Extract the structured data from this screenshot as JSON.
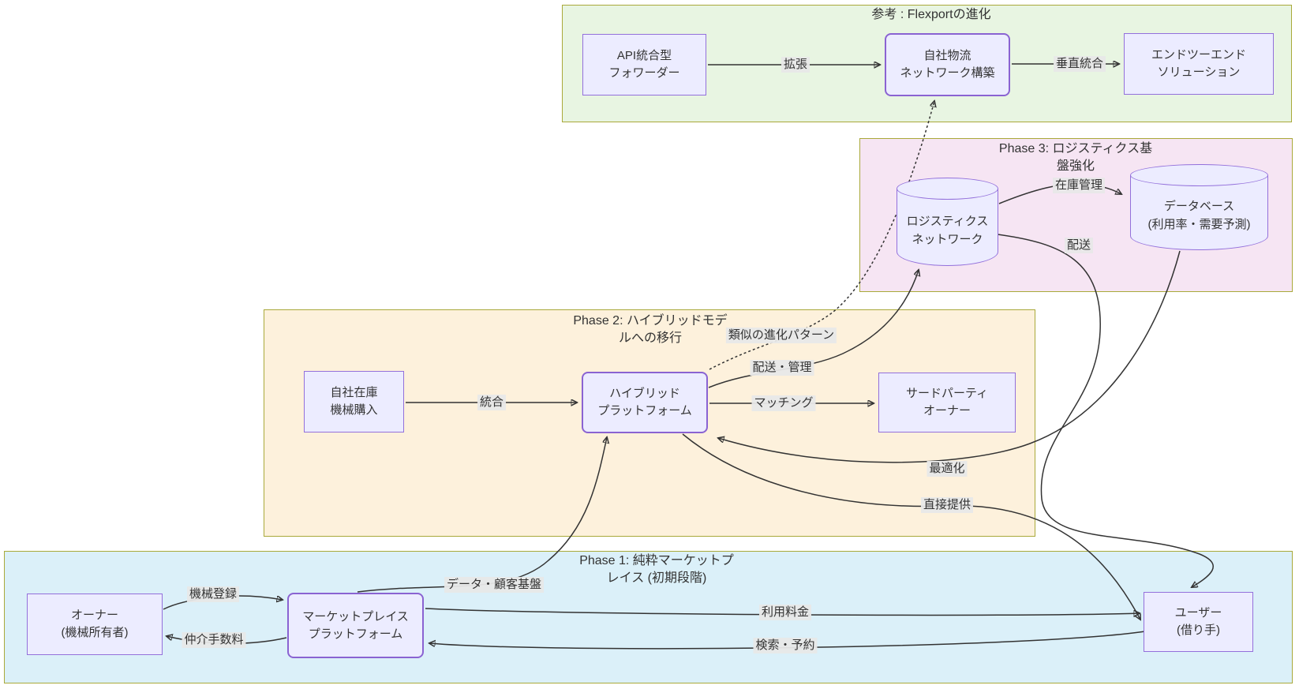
{
  "diagram": {
    "clusters": {
      "reference": {
        "title": "参考 : Flexportの進化"
      },
      "phase3": {
        "title_lines": [
          "Phase 3: ロジスティクス基",
          "盤強化"
        ]
      },
      "phase2": {
        "title_lines": [
          "Phase 2: ハイブリッドモデ",
          "ルへの移行"
        ]
      },
      "phase1": {
        "title_lines": [
          "Phase 1: 純粋マーケットプ",
          "レイス (初期段階)"
        ]
      }
    },
    "nodes": {
      "api_forwarder": {
        "lines": [
          "API統合型",
          "フォワーダー"
        ],
        "shape": "rect"
      },
      "own_logistics": {
        "lines": [
          "自社物流",
          "ネットワーク構築"
        ],
        "shape": "rounded-highlight"
      },
      "end_to_end": {
        "lines": [
          "エンドツーエンド",
          "ソリューション"
        ],
        "shape": "rect"
      },
      "logistics_network": {
        "lines": [
          "ロジスティクス",
          "ネットワーク"
        ],
        "shape": "cylinder"
      },
      "database": {
        "lines": [
          "データベース",
          "(利用率・需要予測)"
        ],
        "shape": "cylinder"
      },
      "own_inventory": {
        "lines": [
          "自社在庫",
          "機械購入"
        ],
        "shape": "rect"
      },
      "hybrid_platform": {
        "lines": [
          "ハイブリッド",
          "プラットフォーム"
        ],
        "shape": "rounded-highlight"
      },
      "third_party_owner": {
        "lines": [
          "サードパーティ",
          "オーナー"
        ],
        "shape": "rect"
      },
      "owner": {
        "lines": [
          "オーナー",
          "(機械所有者)"
        ],
        "shape": "rect"
      },
      "marketplace": {
        "lines": [
          "マーケットプレイス",
          "プラットフォーム"
        ],
        "shape": "rounded-highlight"
      },
      "user": {
        "lines": [
          "ユーザー",
          "(借り手)"
        ],
        "shape": "rect"
      }
    },
    "edges": [
      {
        "from": "api_forwarder",
        "to": "own_logistics",
        "label": "拡張",
        "style": "solid"
      },
      {
        "from": "own_logistics",
        "to": "end_to_end",
        "label": "垂直統合",
        "style": "solid"
      },
      {
        "from": "logistics_network",
        "to": "database",
        "label": "在庫管理",
        "style": "solid"
      },
      {
        "from": "logistics_network",
        "to": "user",
        "label": "配送",
        "style": "solid"
      },
      {
        "from": "hybrid_platform",
        "to": "own_logistics",
        "label": "類似の進化パターン",
        "style": "dotted"
      },
      {
        "from": "hybrid_platform",
        "to": "logistics_network",
        "label": "配送・管理",
        "style": "solid"
      },
      {
        "from": "own_inventory",
        "to": "hybrid_platform",
        "label": "統合",
        "style": "solid"
      },
      {
        "from": "hybrid_platform",
        "to": "third_party_owner",
        "label": "マッチング",
        "style": "solid"
      },
      {
        "from": "database",
        "to": "hybrid_platform",
        "label": "最適化",
        "style": "solid"
      },
      {
        "from": "hybrid_platform",
        "to": "user",
        "label": "直接提供",
        "style": "solid"
      },
      {
        "from": "marketplace",
        "to": "hybrid_platform",
        "label": "データ・顧客基盤",
        "style": "solid"
      },
      {
        "from": "owner",
        "to": "marketplace",
        "label": "機械登録",
        "style": "solid"
      },
      {
        "from": "marketplace",
        "to": "owner",
        "label": "仲介手数料",
        "style": "solid"
      },
      {
        "from": "marketplace",
        "to": "user",
        "label": "利用料金",
        "style": "solid"
      },
      {
        "from": "user",
        "to": "marketplace",
        "label": "検索・予約",
        "style": "solid"
      }
    ],
    "colors": {
      "node_fill": "#ECECFF",
      "node_border": "#9370DB",
      "highlight_border": "#8a63d2",
      "cluster_border": "#a9a93a",
      "reference_fill": "#e8f5e2",
      "phase3_fill": "#f6e5f3",
      "phase2_fill": "#fdf1dc",
      "phase1_fill": "#dbf0f9",
      "edge_color": "#333333",
      "edge_label_bg": "#e8e8e8"
    }
  }
}
